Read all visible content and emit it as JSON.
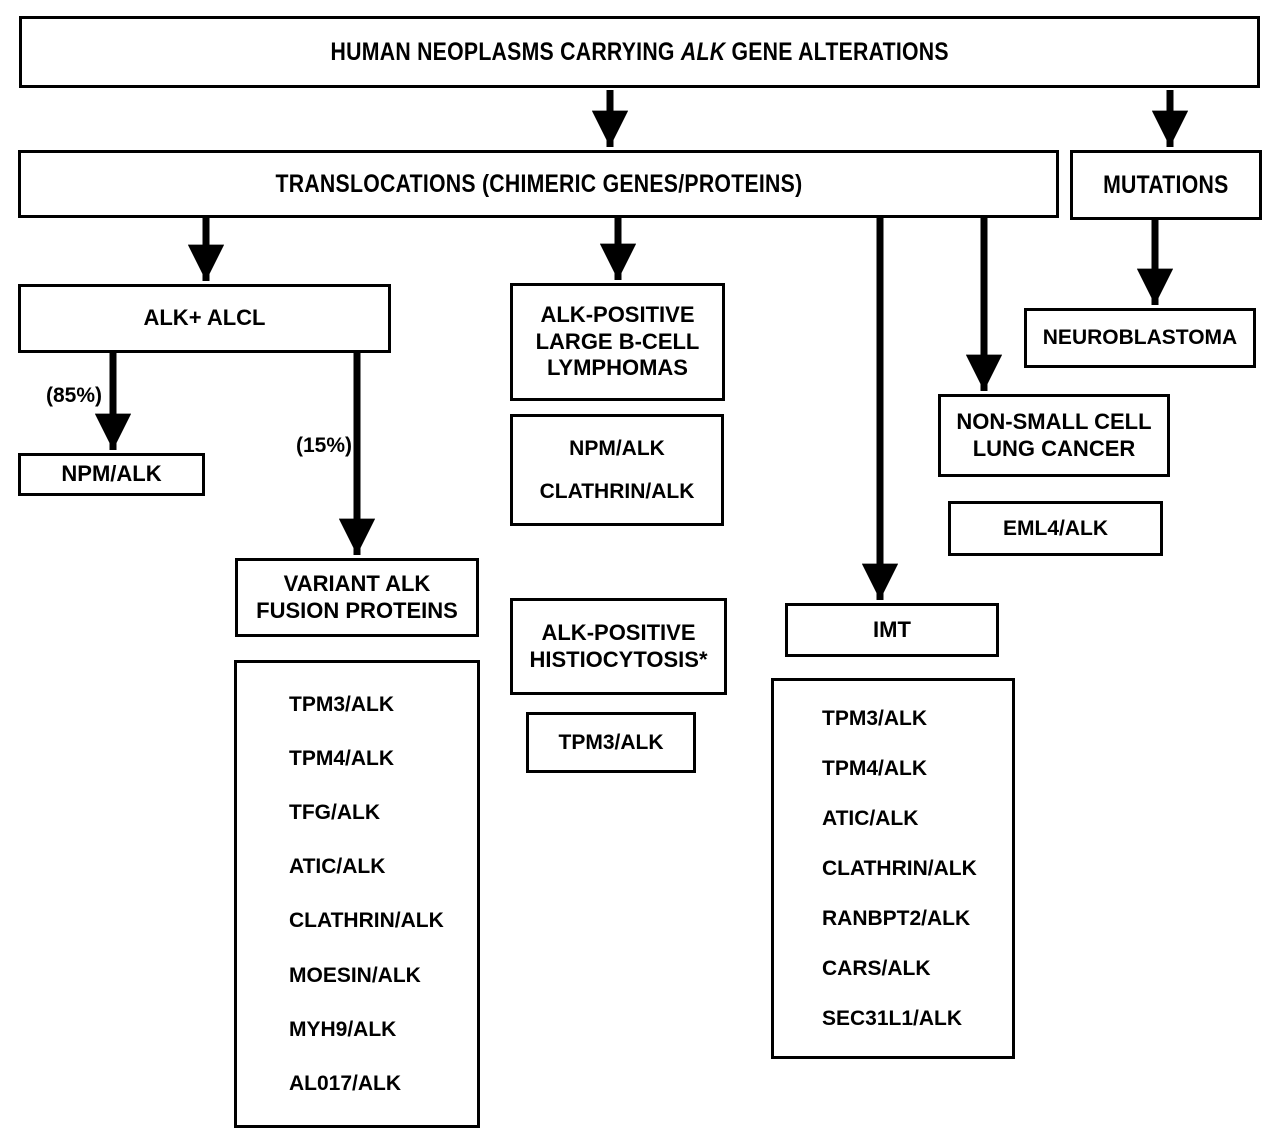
{
  "title": {
    "pre": "HUMAN NEOPLASMS CARRYING ",
    "gene": "ALK",
    "post": " GENE ALTERATIONS"
  },
  "branches": {
    "translocations": "TRANSLOCATIONS (CHIMERIC GENES/PROTEINS)",
    "mutations": "MUTATIONS"
  },
  "alcl": {
    "label": "ALK+ ALCL",
    "pct_npm": "(85%)",
    "pct_variant": "(15%)",
    "npm_fusion": "NPM/ALK",
    "variant_title": [
      "VARIANT ALK",
      "FUSION PROTEINS"
    ],
    "variant_fusions": [
      "TPM3/ALK",
      "TPM4/ALK",
      "TFG/ALK",
      "ATIC/ALK",
      "CLATHRIN/ALK",
      "MOESIN/ALK",
      "MYH9/ALK",
      "AL017/ALK"
    ]
  },
  "bcell": {
    "title": [
      "ALK-POSITIVE",
      "LARGE B-CELL",
      "LYMPHOMAS"
    ],
    "fusions": [
      "NPM/ALK",
      "CLATHRIN/ALK"
    ]
  },
  "histiocytosis": {
    "title": [
      "ALK-POSITIVE",
      "HISTIOCYTOSIS*"
    ],
    "fusion": "TPM3/ALK"
  },
  "imt": {
    "label": "IMT",
    "fusions": [
      "TPM3/ALK",
      "TPM4/ALK",
      "ATIC/ALK",
      "CLATHRIN/ALK",
      "RANBPT2/ALK",
      "CARS/ALK",
      "SEC31L1/ALK"
    ]
  },
  "nsclc": {
    "title": [
      "NON-SMALL CELL",
      "LUNG CANCER"
    ],
    "fusion": "EML4/ALK"
  },
  "neuroblastoma": {
    "label": "NEUROBLASTOMA"
  },
  "colors": {
    "ink": "#000000",
    "background": "#ffffff"
  }
}
